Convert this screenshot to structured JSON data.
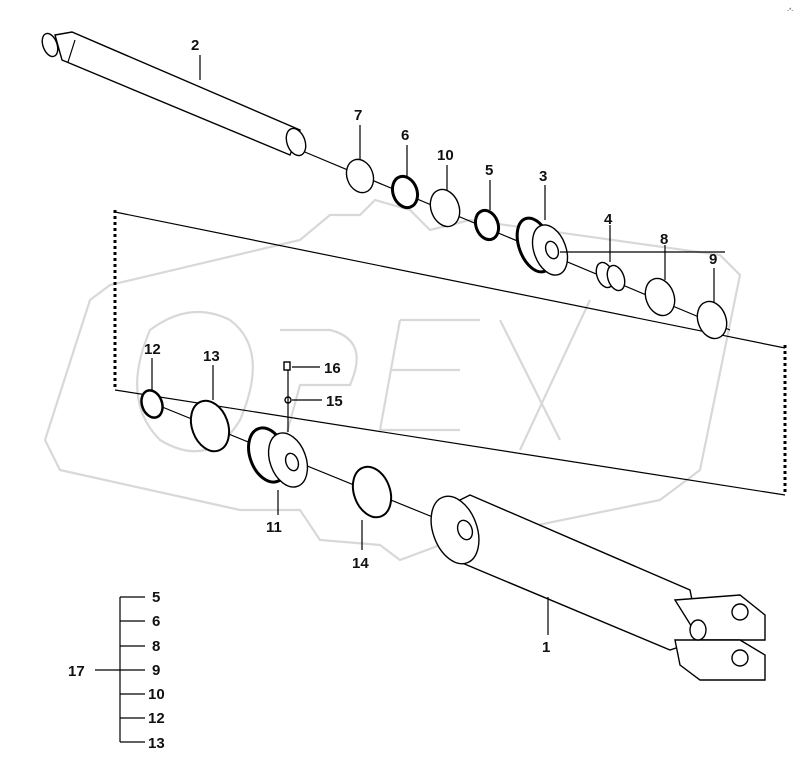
{
  "corner_note": "-*-",
  "watermark": "OPEX",
  "callouts": [
    {
      "id": "c1",
      "text": "1"
    },
    {
      "id": "c2",
      "text": "2"
    },
    {
      "id": "c3",
      "text": "3"
    },
    {
      "id": "c4",
      "text": "4"
    },
    {
      "id": "c5",
      "text": "5"
    },
    {
      "id": "c6",
      "text": "6"
    },
    {
      "id": "c7",
      "text": "7"
    },
    {
      "id": "c8",
      "text": "8"
    },
    {
      "id": "c9",
      "text": "9"
    },
    {
      "id": "c10",
      "text": "10"
    },
    {
      "id": "c11",
      "text": "11"
    },
    {
      "id": "c12",
      "text": "12"
    },
    {
      "id": "c13",
      "text": "13"
    },
    {
      "id": "c14",
      "text": "14"
    },
    {
      "id": "c15",
      "text": "15"
    },
    {
      "id": "c16",
      "text": "16"
    }
  ],
  "kit": {
    "label": "17",
    "items": [
      "5",
      "6",
      "8",
      "9",
      "10",
      "12",
      "13"
    ]
  },
  "colors": {
    "line": "#000000",
    "watermark": "#d8d8d8",
    "background": "#ffffff"
  }
}
